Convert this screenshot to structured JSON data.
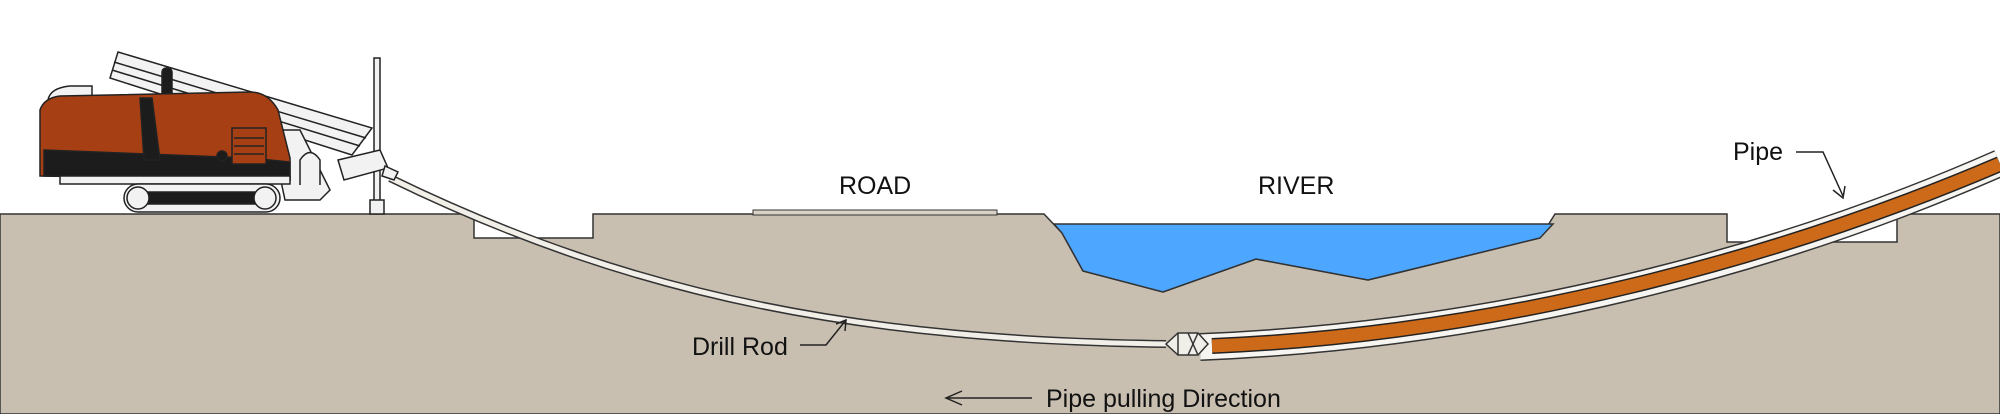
{
  "labels": {
    "road": "ROAD",
    "river": "RIVER",
    "pipe": "Pipe",
    "drill_rod": "Drill Rod",
    "direction": "Pipe pulling Direction"
  },
  "colors": {
    "ground": "#c8bfb1",
    "water": "#4da6ff",
    "pipe": "#cc6a1a",
    "rig_body": "#a63f14",
    "rig_dark": "#1c1c1c",
    "outline": "#222222"
  },
  "icons": {
    "rig": "drilling-rig-icon",
    "reamer": "reamer-icon",
    "arrow": "left-arrow-icon"
  }
}
